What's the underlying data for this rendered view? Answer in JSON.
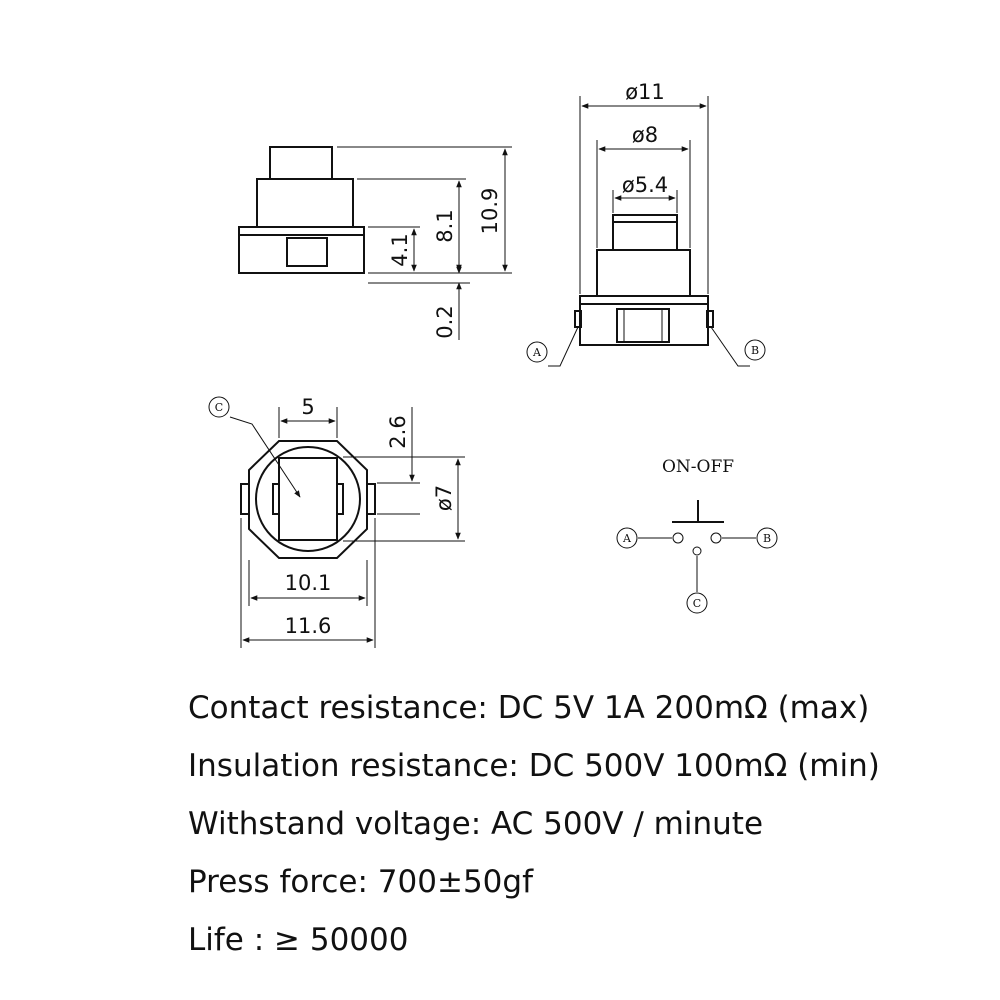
{
  "dimensions": {
    "d11": "ø11",
    "d8": "ø8",
    "d5_4": "ø5.4",
    "h10_9": "10.9",
    "h8_1": "8.1",
    "h4_1": "4.1",
    "h0_2": "0.2",
    "w5": "5",
    "h2_6": "2.6",
    "d7": "ø7",
    "w10_1": "10.1",
    "w11_6": "11.6"
  },
  "terminals": {
    "a": "A",
    "b": "B",
    "c": "C"
  },
  "schematic": {
    "title": "ON-OFF"
  },
  "specs": [
    "Contact resistance: DC 5V 1A 200mΩ (max)",
    "Insulation resistance: DC 500V 100mΩ (min)",
    "Withstand voltage: AC 500V / minute",
    "Press force: 700±50gf",
    "Life : ≥ 50000"
  ]
}
